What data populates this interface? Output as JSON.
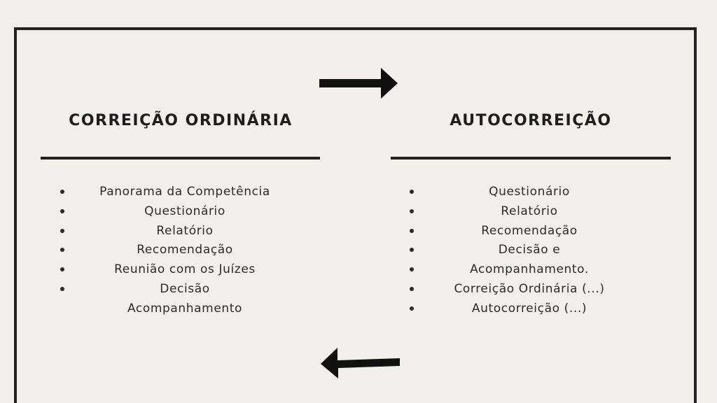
{
  "left": {
    "title": "CORREIÇÃO ORDINÁRIA",
    "items": [
      {
        "text": "Panorama da Competência",
        "bullet": true
      },
      {
        "text": "Questionário",
        "bullet": true
      },
      {
        "text": "Relatório",
        "bullet": true
      },
      {
        "text": "Recomendação",
        "bullet": true
      },
      {
        "text": "Reunião com os Juízes",
        "bullet": true
      },
      {
        "text": "Decisão",
        "bullet": true
      },
      {
        "text": "Acompanhamento",
        "bullet": false
      }
    ]
  },
  "right": {
    "title": "AUTOCORREIÇÃO",
    "items": [
      {
        "text": "Questionário",
        "bullet": true
      },
      {
        "text": "Relatório",
        "bullet": true
      },
      {
        "text": "Recomendação",
        "bullet": true
      },
      {
        "text": "Decisão e",
        "bullet": true
      },
      {
        "text": "Acompanhamento.",
        "bullet": true
      },
      {
        "text": "Correição Ordinária (...)",
        "bullet": true
      },
      {
        "text": "Autocorreição (...)",
        "bullet": true
      }
    ]
  },
  "arrows": {
    "top": "arrow-right-icon",
    "bottom": "arrow-left-icon"
  },
  "colors": {
    "background": "#f0efeb",
    "ink": "#222222",
    "text": "#2b2b2b"
  }
}
